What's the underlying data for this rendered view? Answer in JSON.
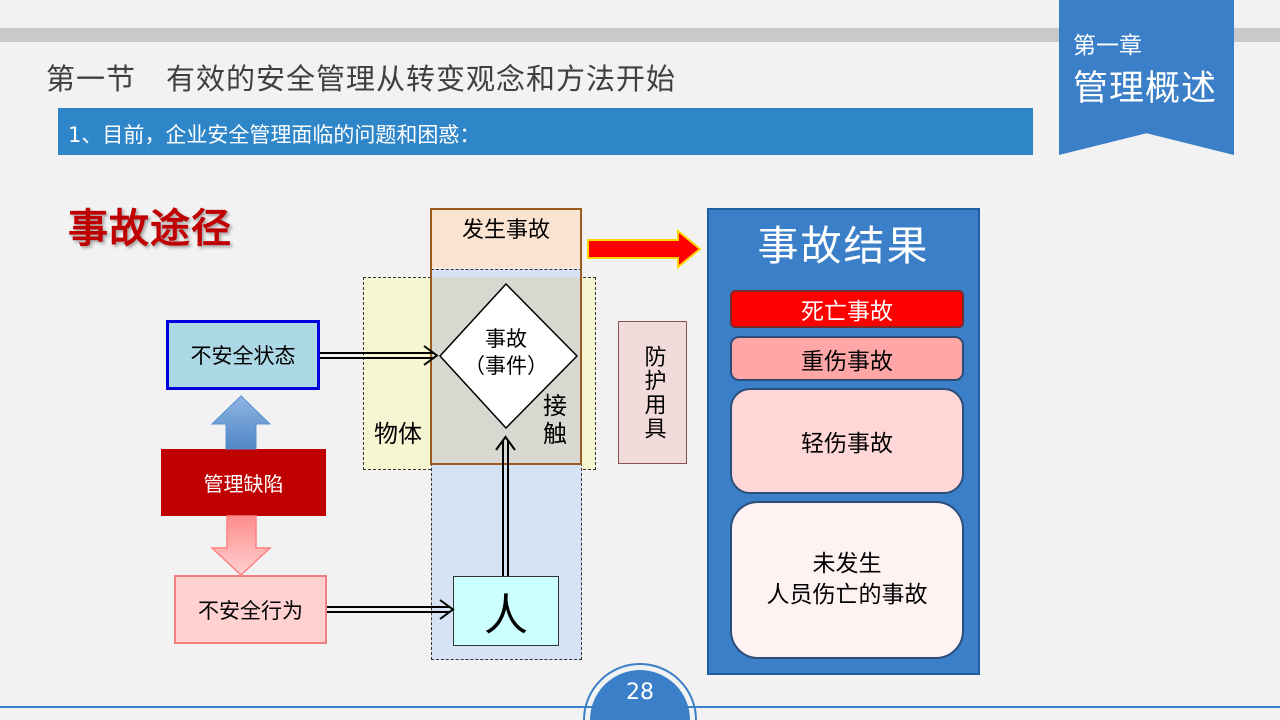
{
  "header": {
    "section_title": "第一节　有效的安全管理从转变观念和方法开始",
    "subtitle": "1、目前，企业安全管理面临的问题和困惑：",
    "chapter_label": "第一章",
    "chapter_title": "管理概述"
  },
  "diagram": {
    "title": "事故途径",
    "unsafe_state": "不安全状态",
    "management_defect": "管理缺陷",
    "unsafe_behavior": "不安全行为",
    "accident_occurs": "发生事故",
    "accident_line1": "事故",
    "accident_line2": "（事件）",
    "object": "物体",
    "contact": "接触",
    "person": "人",
    "ppe": "防护用具"
  },
  "results": {
    "title": "事故结果",
    "fatal": "死亡事故",
    "serious_injury": "重伤事故",
    "minor_injury": "轻伤事故",
    "none_line1": "未发生",
    "none_line2": "人员伤亡的事故"
  },
  "footer": {
    "page_number": "28"
  },
  "colors": {
    "accent_blue": "#2e86c9",
    "chapter_blue": "#3a7fc8",
    "title_red": "#c00000",
    "fatal_red": "#ff0000"
  }
}
